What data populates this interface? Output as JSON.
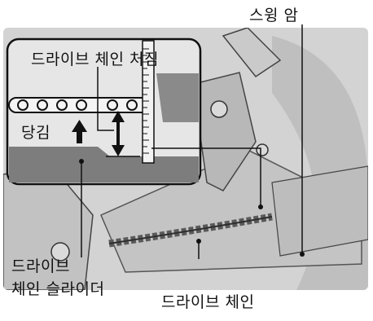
{
  "labels": {
    "swing_arm": "스윙 암",
    "chain_slack": "드라이브 체인 처짐",
    "pull": "당김",
    "chain_slider_line1": "드라이브",
    "chain_slider_line2": "체인 슬라이더",
    "drive_chain": "드라이브 체인"
  },
  "colors": {
    "photo_bg": "#d2d2d2",
    "inset_bg": "#e4e4e4",
    "dark_part": "#7a7a7a",
    "ink": "#111111"
  },
  "icons": {
    "pull_arrow": "up-arrow-icon",
    "slack_arrow": "double-arrow-icon"
  }
}
